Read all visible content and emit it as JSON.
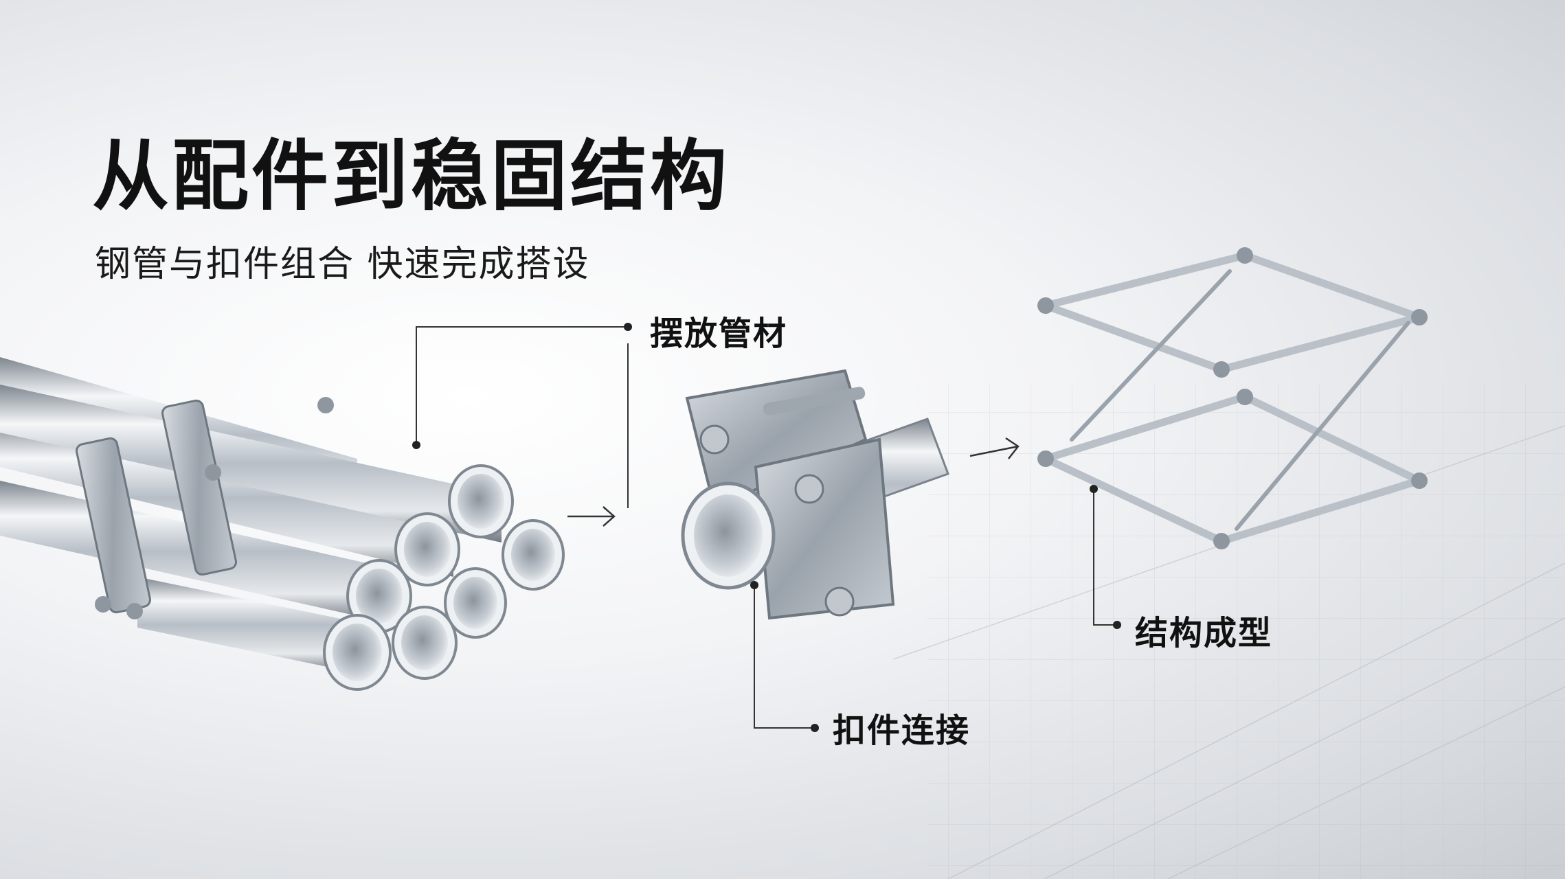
{
  "header": {
    "title": "从配件到稳固结构",
    "subtitle": "钢管与扣件组合 快速完成搭设"
  },
  "steps": [
    {
      "label": "摆放管材",
      "icon": "steel-pipes-bundle"
    },
    {
      "label": "扣件连接",
      "icon": "pipe-coupler-clamp"
    },
    {
      "label": "结构成型",
      "icon": "scaffold-frame-cube"
    }
  ],
  "colors": {
    "text": "#111111",
    "steel_light": "#eef1f4",
    "steel_mid": "#aeb5bd",
    "steel_dark": "#6b737c"
  }
}
